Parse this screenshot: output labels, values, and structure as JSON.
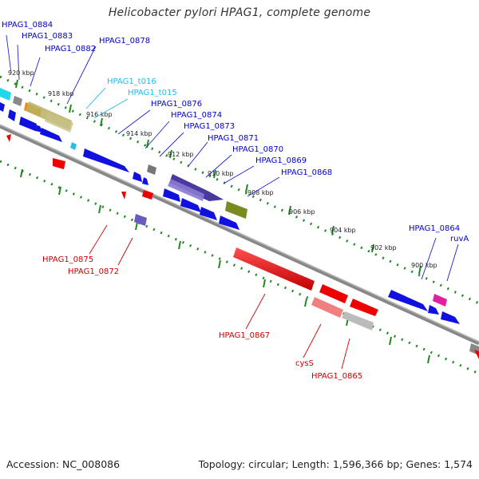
{
  "title": "Helicobacter pylori HPAG1, complete genome",
  "footer": {
    "accession": "Accession: NC_008086",
    "summary": "Topology: circular; Length: 1,596,366 bp; Genes: 1,574"
  },
  "colors": {
    "forward": "#1010e0",
    "reverse": "#ee0000",
    "trna": "#22c0e8",
    "backbone": "#8c8c8c",
    "ticks": "#228822"
  },
  "kbp_ticks": [
    "920 kbp",
    "918 kbp",
    "916 kbp",
    "914 kbp",
    "912 kbp",
    "910 kbp",
    "908 kbp",
    "906 kbp",
    "904 kbp",
    "902 kbp",
    "900 kbp"
  ],
  "gene_labels": {
    "g0884": "HPAG1_0884",
    "g0883": "HPAG1_0883",
    "g0882": "HPAG1_0882",
    "g0878": "HPAG1_0878",
    "t016": "HPAG1_t016",
    "t015": "HPAG1_t015",
    "g0876": "HPAG1_0876",
    "g0874": "HPAG1_0874",
    "g0873": "HPAG1_0873",
    "g0871": "HPAG1_0871",
    "g0870": "HPAG1_0870",
    "g0869": "HPAG1_0869",
    "g0868": "HPAG1_0868",
    "g0864": "HPAG1_0864",
    "ruvA": "ruvA",
    "g0875": "HPAG1_0875",
    "g0872": "HPAG1_0872",
    "g0867": "HPAG1_0867",
    "cysS": "cysS",
    "g0865": "HPAG1_0865"
  }
}
